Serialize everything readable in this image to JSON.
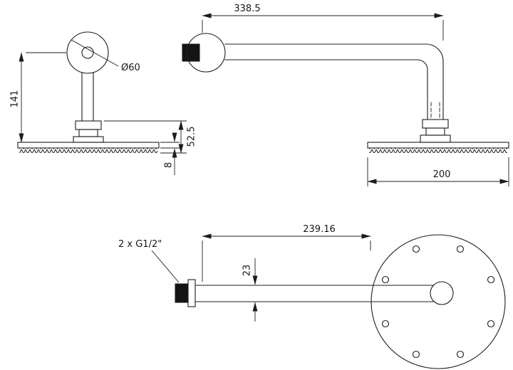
{
  "drawing": {
    "colors": {
      "line": "#1c1c1c",
      "background": "#ffffff",
      "solid_fill": "#141414"
    },
    "front_view": {
      "height": "141",
      "flange_diameter": "Ø60",
      "drop_height": "52.5",
      "edge_thickness": "8"
    },
    "side_view": {
      "arm_length": "338.5",
      "head_diameter": "200"
    },
    "plan_view": {
      "arm_projection": "239.16",
      "connection_thread": "2 x G1/2\"",
      "arm_width": "23"
    }
  }
}
